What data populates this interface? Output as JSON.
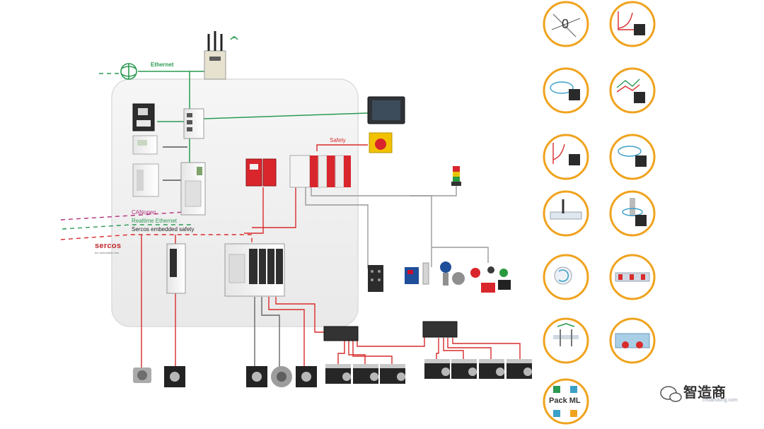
{
  "labels": {
    "ethernet": "Ethernet",
    "canopen": "CANopen",
    "realtime_ethernet": "Realtime Ethernet",
    "sercos_embedded_safety": "Sercos embedded safety",
    "safety": "Safety",
    "sercos_logo": "sercos",
    "sercos_tagline": "the automation bus",
    "brand": "智造商",
    "watermark": "chuandong.com",
    "packml": "Pack ML"
  },
  "colors": {
    "ethernet": "#2b9a52",
    "canopen": "#b0307c",
    "safety": "#d92b2b",
    "sercos": "#c0282d",
    "grey_wire": "#9a9a9a",
    "icon_ring": "#f0a31e",
    "cabinet": "#f1f1f1"
  },
  "icons": [
    "homing-icon",
    "profile-motion-icon",
    "cam-profile-icon",
    "multi-axis-sum-icon",
    "torque-limit-icon",
    "velocity-control-icon",
    "cutting-icon",
    "magnet-lift-icon",
    "winding-icon",
    "conveyor-icon",
    "pick-place-icon",
    "film-feed-icon",
    "packml-icon"
  ]
}
